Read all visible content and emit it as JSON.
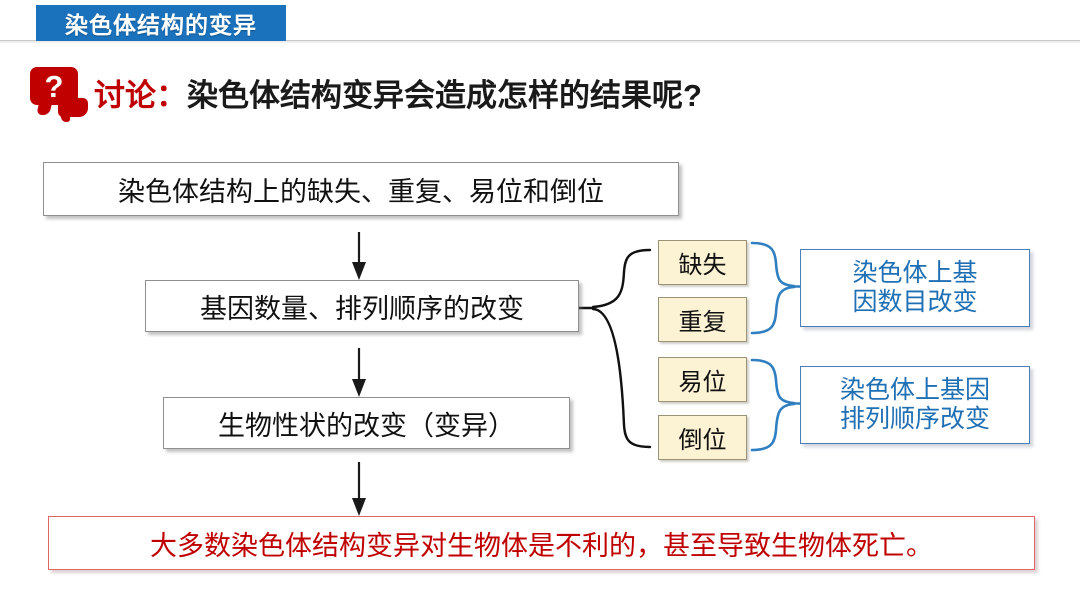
{
  "header": {
    "tab_label": "染色体结构的变异"
  },
  "title": {
    "icon": "question-speech-bubble-icon",
    "question_glyph": "?",
    "lead": "讨论：",
    "rest": "染色体结构变异会造成怎样的结果呢?"
  },
  "flow": {
    "box_top": "染色体结构上的缺失、重复、易位和倒位",
    "box_mid": "基因数量、排列顺序的改变",
    "box_low": "生物性状的改变（变异）",
    "conclusion": "大多数染色体结构变异对生物体是不利的，甚至导致生物体死亡。"
  },
  "types": [
    {
      "label": "缺失"
    },
    {
      "label": "重复"
    },
    {
      "label": "易位"
    },
    {
      "label": "倒位"
    }
  ],
  "results": [
    {
      "line1": "染色体上基",
      "line2": "因数目改变"
    },
    {
      "line1": "染色体上基因",
      "line2": "排列顺序改变"
    }
  ],
  "colors": {
    "tab_blue": "#1a72bd",
    "accent_red": "#c00000",
    "result_blue": "#1f6fb4",
    "tan_fill": "#fcf2d4",
    "tan_border": "#9c9277"
  }
}
